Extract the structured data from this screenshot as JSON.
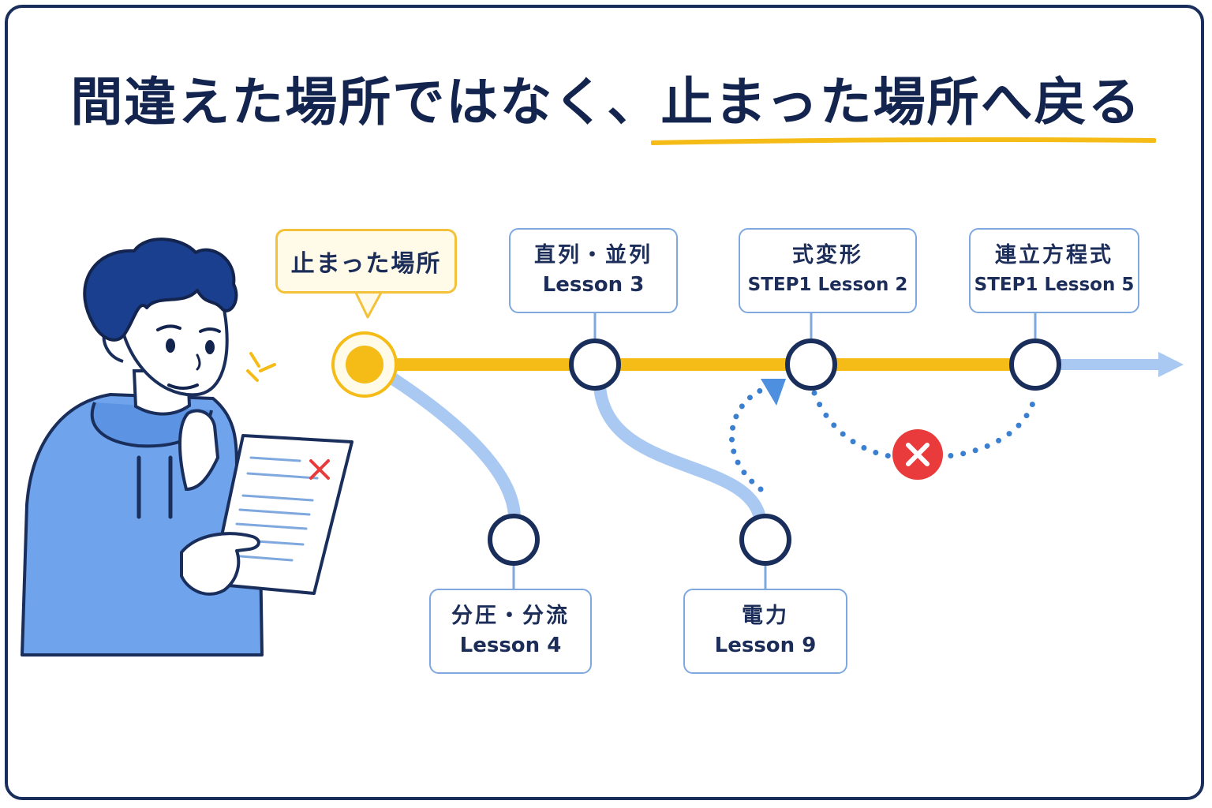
{
  "title": {
    "part1": "間違えた場所ではなく、",
    "part2": "止まった場所へ戻る"
  },
  "callout": {
    "label": "止まった場所"
  },
  "nodes": {
    "series_parallel": {
      "topic": "直列・並列",
      "lesson": "Lesson 3"
    },
    "formula_transform": {
      "topic": "式変形",
      "lesson": "STEP1 Lesson 2"
    },
    "simultaneous_eq": {
      "topic": "連立方程式",
      "lesson": "STEP1 Lesson 5"
    },
    "voltage_current_division": {
      "topic": "分圧・分流",
      "lesson": "Lesson 4"
    },
    "electric_power": {
      "topic": "電力",
      "lesson": "Lesson 9"
    }
  },
  "colors": {
    "navy": "#1a2e5c",
    "accent_yellow": "#f5bc17",
    "light_blue": "#a9c8f2",
    "node_border": "#7fa8df",
    "error_red": "#e93b3b"
  }
}
